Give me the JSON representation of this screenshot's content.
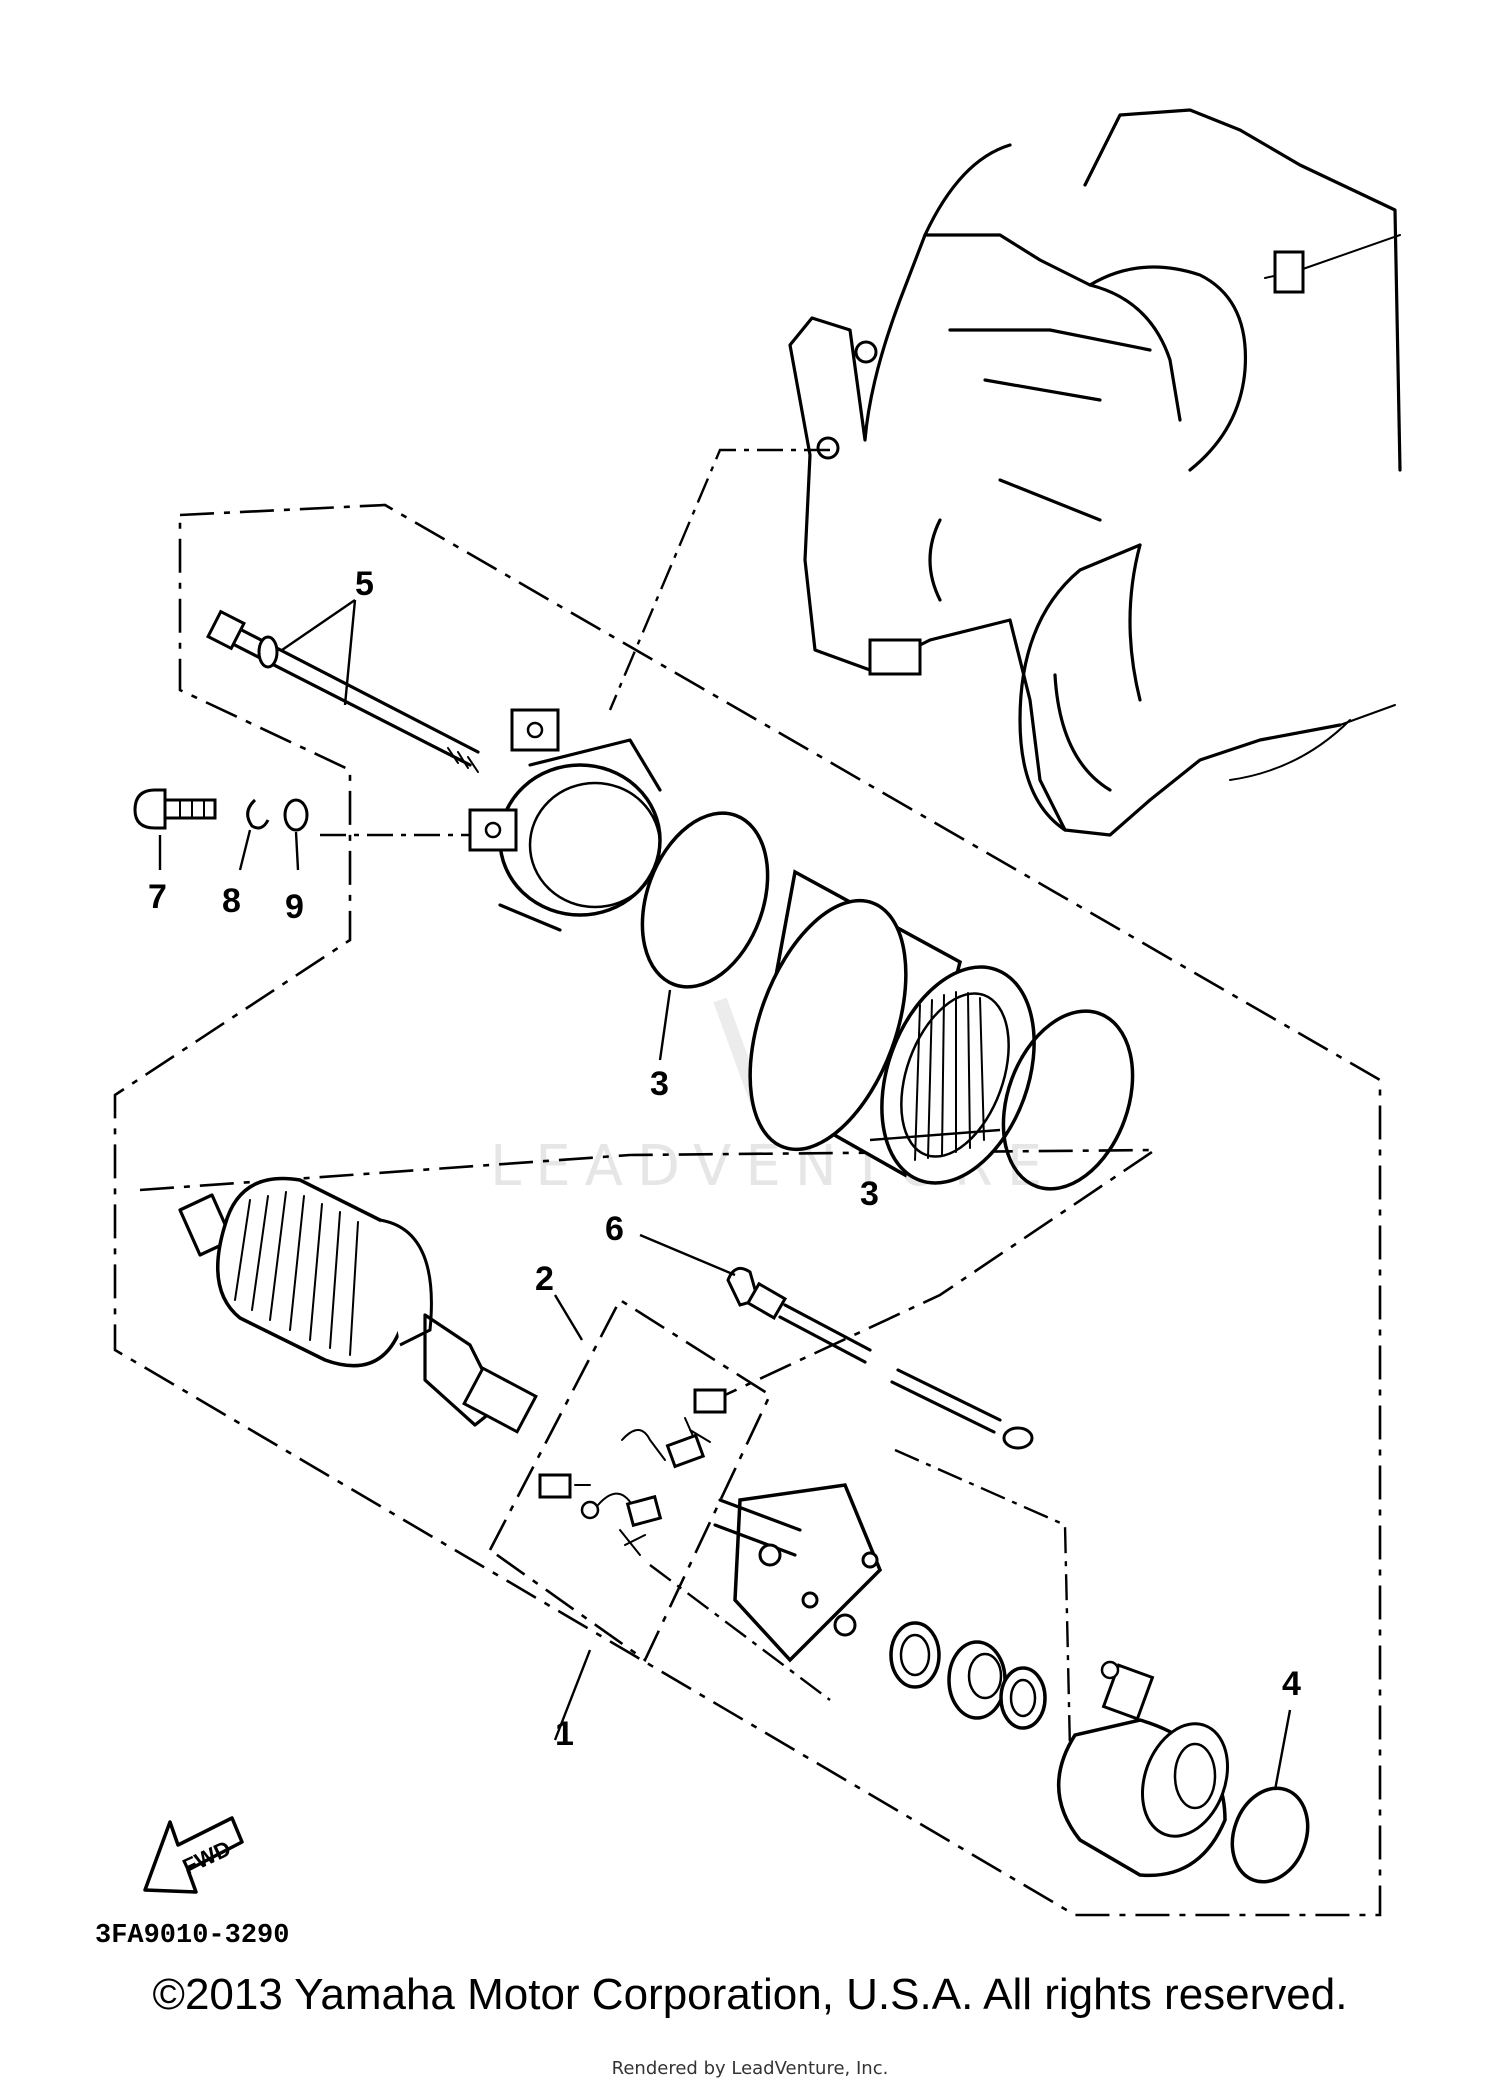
{
  "diagram": {
    "callouts": [
      "1",
      "2",
      "3",
      "3",
      "4",
      "5",
      "6",
      "7",
      "8",
      "9"
    ],
    "fwd_label": "FWD",
    "drawing_code": "3FA9010-3290",
    "watermark": "LEADVENTURE"
  },
  "footer": {
    "copyright": "©2013 Yamaha Motor Corporation, U.S.A. All rights reserved.",
    "rendered_by": "Rendered by LeadVenture, Inc."
  }
}
